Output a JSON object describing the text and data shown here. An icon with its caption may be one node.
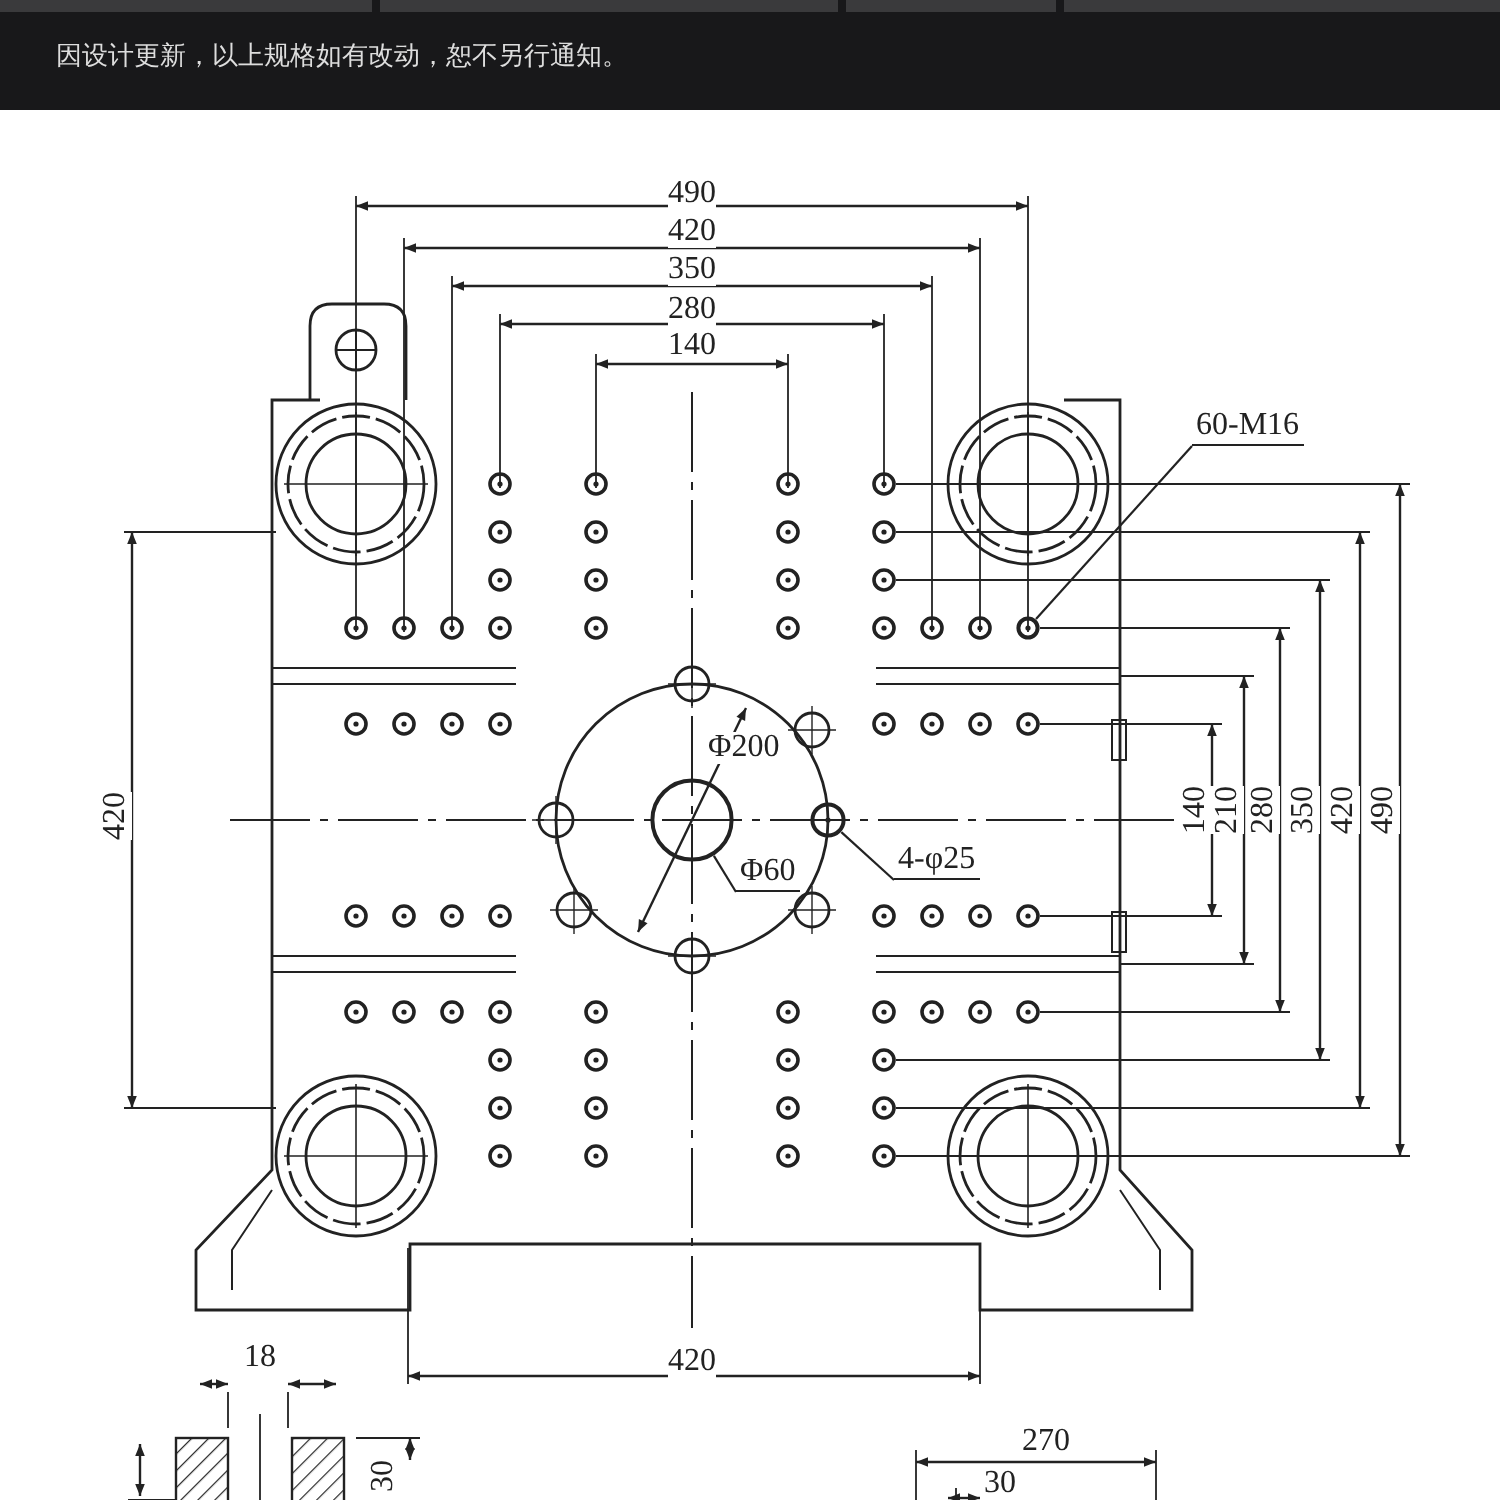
{
  "diagram": {
    "nodes": [
      {
        "text": [
          "60-M16"
        ]
      },
      {
        "text": [],
        "shape": "circle"
      },
      {
        "text": [
          "4-φ25"
        ]
      },
      {
        "text": [],
        "shape": "circle"
      },
      {
        "text": [
          "Φ60"
        ]
      },
      {
        "text": [],
        "shape": "circle"
      }
    ],
    "edges": [
      {
        "from": 0,
        "to": 1,
        "arrow": "none"
      },
      {
        "from": 2,
        "to": 3,
        "arrow": "none"
      },
      {
        "from": 4,
        "to": 5,
        "arrow": "none"
      }
    ],
    "labels": [
      "因设计更新，以上规格如有改动，恕不另行通知。",
      "490",
      "420",
      "350",
      "280",
      "140",
      "420",
      "Φ200",
      "140",
      "210",
      "280",
      "350",
      "420",
      "490",
      "18",
      "420",
      "30",
      "270",
      "30"
    ]
  }
}
